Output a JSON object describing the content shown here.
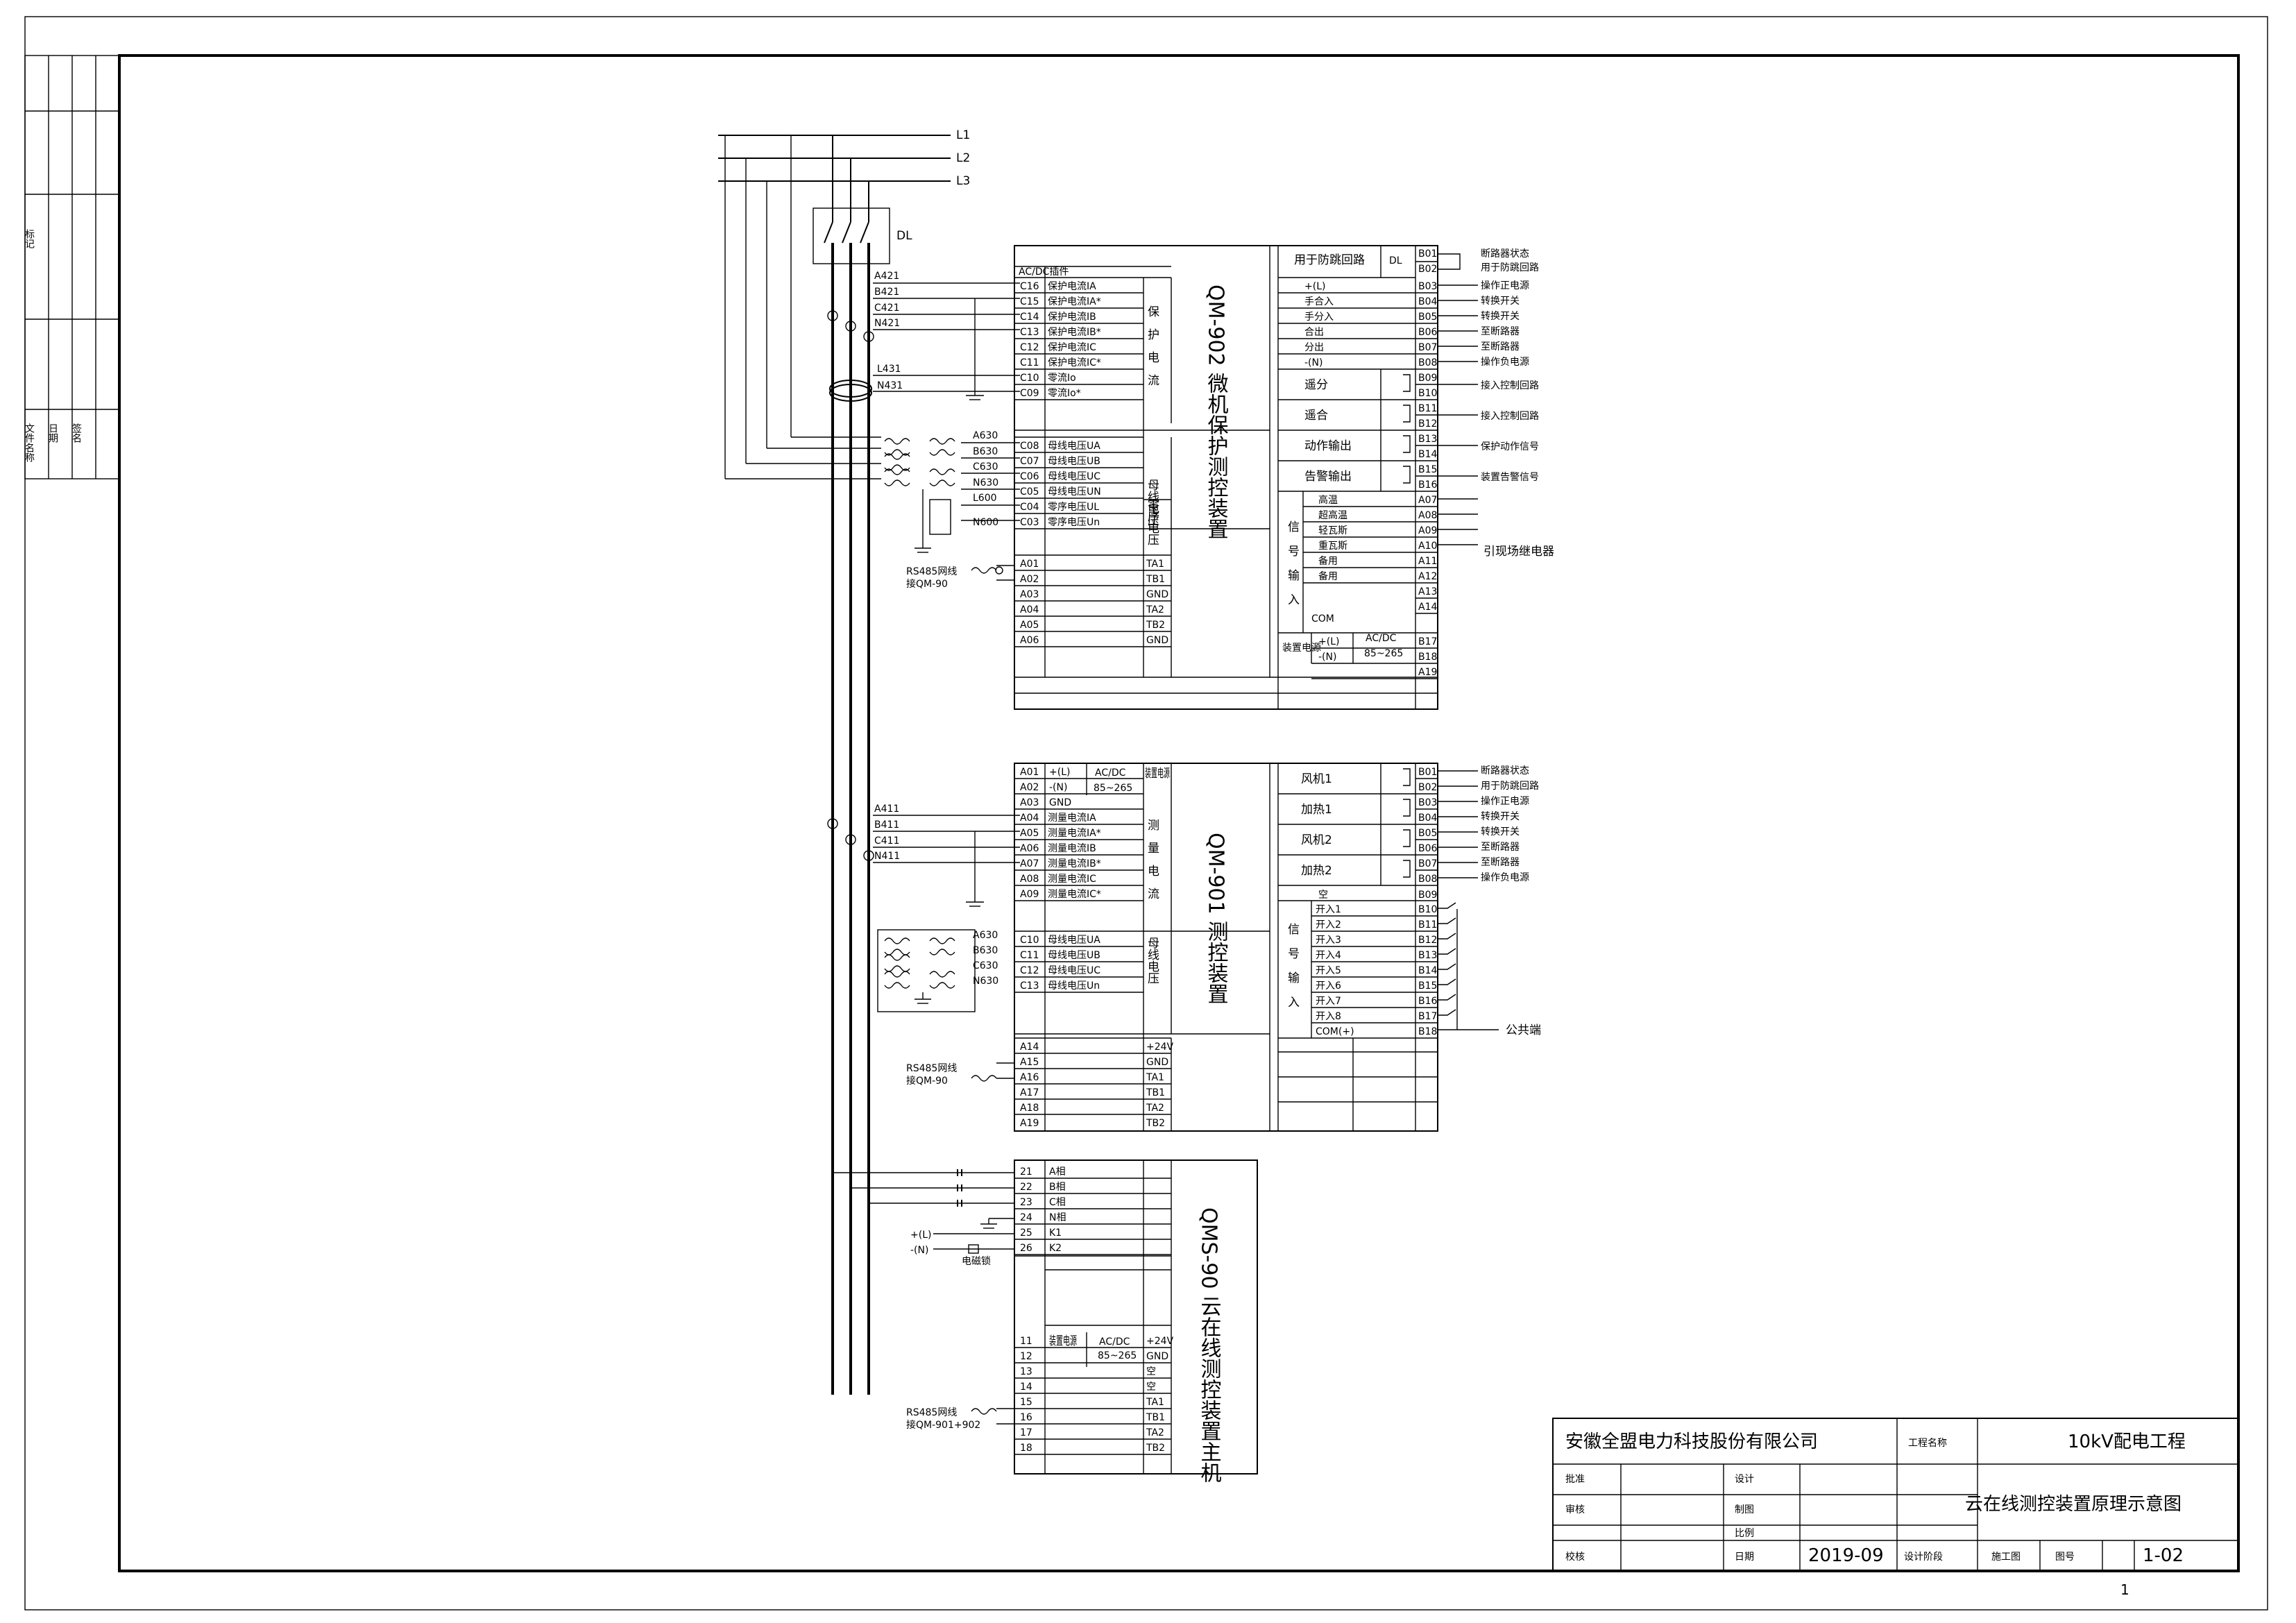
{
  "phases": [
    "L1",
    "L2",
    "L3"
  ],
  "breaker_label": "DL",
  "ct_labels_902": [
    "A421",
    "B421",
    "C421",
    "N421",
    "L431",
    "N431"
  ],
  "pt_labels_902": [
    "A630",
    "B630",
    "C630",
    "N630",
    "L600",
    "N600"
  ],
  "ct_labels_901": [
    "A411",
    "B411",
    "C411",
    "N411"
  ],
  "pt_labels_901": [
    "A630",
    "B630",
    "C630",
    "N630"
  ],
  "qm902": {
    "title": "QM-902 微机保护测控装置",
    "plugin_header": "AC/DC插件",
    "current_rows": [
      {
        "term": "C16",
        "name": "保护电流IA"
      },
      {
        "term": "C15",
        "name": "保护电流IA*"
      },
      {
        "term": "C14",
        "name": "保护电流IB"
      },
      {
        "term": "C13",
        "name": "保护电流IB*"
      },
      {
        "term": "C12",
        "name": "保护电流IC"
      },
      {
        "term": "C11",
        "name": "保护电流IC*"
      },
      {
        "term": "C10",
        "name": "零流Io"
      },
      {
        "term": "C09",
        "name": "零流Io*"
      }
    ],
    "current_group": "保护电流",
    "voltage_rows": [
      {
        "term": "C08",
        "name": "母线电压UA"
      },
      {
        "term": "C07",
        "name": "母线电压UB"
      },
      {
        "term": "C06",
        "name": "母线电压UC"
      },
      {
        "term": "C05",
        "name": "母线电压UN"
      },
      {
        "term": "C04",
        "name": "零序电压UL"
      },
      {
        "term": "C03",
        "name": "零序电压Un"
      }
    ],
    "voltage_group_1": "母线电压",
    "voltage_group_2": "零序电压",
    "comm_rows": [
      {
        "term": "A01",
        "sig": "TA1"
      },
      {
        "term": "A02",
        "sig": "TB1"
      },
      {
        "term": "A03",
        "sig": "GND"
      },
      {
        "term": "A04",
        "sig": "TA2"
      },
      {
        "term": "A05",
        "sig": "TB2"
      },
      {
        "term": "A06",
        "sig": "GND"
      }
    ],
    "rs485_label": "RS485网线",
    "rs485_target": "接QM-90",
    "out_header": "用于防跳回路",
    "out_header_dl": "DL",
    "out_rows": [
      {
        "name": "+(L)",
        "term": "B03",
        "note": "操作正电源"
      },
      {
        "name": "手合入",
        "term": "B04",
        "note": "转换开关"
      },
      {
        "name": "手分入",
        "term": "B05",
        "note": "转换开关"
      },
      {
        "name": "合出",
        "term": "B06",
        "note": "至断路器"
      },
      {
        "name": "分出",
        "term": "B07",
        "note": "至断路器"
      },
      {
        "name": "-(N)",
        "term": "B08",
        "note": "操作负电源"
      }
    ],
    "b01": {
      "term": "B01",
      "note": "断路器状态"
    },
    "b02": {
      "term": "B02",
      "note": "用于防跳回路"
    },
    "contacts": [
      {
        "name": "遥分",
        "terms": [
          "B09",
          "B10"
        ],
        "note": "接入控制回路"
      },
      {
        "name": "遥合",
        "terms": [
          "B11",
          "B12"
        ],
        "note": "接入控制回路"
      },
      {
        "name": "动作输出",
        "terms": [
          "B13",
          "B14"
        ],
        "note": "保护动作信号"
      },
      {
        "name": "告警输出",
        "terms": [
          "B15",
          "B16"
        ],
        "note": "装置告警信号"
      }
    ],
    "signal_label": "信号输入",
    "signal_rows": [
      {
        "name": "高温",
        "term": "A07"
      },
      {
        "name": "超高温",
        "term": "A08"
      },
      {
        "name": "轻瓦斯",
        "term": "A09"
      },
      {
        "name": "重瓦斯",
        "term": "A10"
      },
      {
        "name": "备用",
        "term": "A11"
      },
      {
        "name": "备用",
        "term": "A12"
      },
      {
        "name": "",
        "term": "A13"
      },
      {
        "name": "",
        "term": "A14"
      }
    ],
    "signal_com": "COM",
    "signal_note": "引现场继电器",
    "power_label": "装置电源",
    "power_rows": [
      {
        "pol": "+(L)",
        "term": "B17"
      },
      {
        "pol": "-(N)",
        "term": "B18"
      },
      {
        "pol": "",
        "term": "A19"
      }
    ],
    "power_spec_1": "AC/DC",
    "power_spec_2": "85~265"
  },
  "qm901": {
    "title": "QM-901 测控装置",
    "power_rows": [
      {
        "term": "A01",
        "pol": "+(L)"
      },
      {
        "term": "A02",
        "pol": "-(N)"
      },
      {
        "term": "A03",
        "pol": "GND"
      }
    ],
    "power_spec_1": "AC/DC",
    "power_spec_2": "85~265",
    "power_group": "装置电源",
    "current_rows": [
      {
        "term": "A04",
        "name": "测量电流IA"
      },
      {
        "term": "A05",
        "name": "测量电流IA*"
      },
      {
        "term": "A06",
        "name": "测量电流IB"
      },
      {
        "term": "A07",
        "name": "测量电流IB*"
      },
      {
        "term": "A08",
        "name": "测量电流IC"
      },
      {
        "term": "A09",
        "name": "测量电流IC*"
      }
    ],
    "current_group": "测量电流",
    "voltage_rows": [
      {
        "term": "C10",
        "name": "母线电压UA"
      },
      {
        "term": "C11",
        "name": "母线电压UB"
      },
      {
        "term": "C12",
        "name": "母线电压UC"
      },
      {
        "term": "C13",
        "name": "母线电压Un"
      }
    ],
    "voltage_group": "母线电压",
    "comm_rows": [
      {
        "term": "A14",
        "sig": "+24V"
      },
      {
        "term": "A15",
        "sig": "GND"
      },
      {
        "term": "A16",
        "sig": "TA1"
      },
      {
        "term": "A17",
        "sig": "TB1"
      },
      {
        "term": "A18",
        "sig": "TA2"
      },
      {
        "term": "A19",
        "sig": "TB2"
      }
    ],
    "rs485_label": "RS485网线",
    "rs485_target": "接QM-90",
    "contacts": [
      {
        "name": "风机1",
        "terms": [
          "B01",
          "B02"
        ],
        "notes": [
          "断路器状态",
          "用于防跳回路"
        ]
      },
      {
        "name": "加热1",
        "terms": [
          "B03",
          "B04"
        ],
        "notes": [
          "操作正电源",
          "转换开关"
        ]
      },
      {
        "name": "风机2",
        "terms": [
          "B05",
          "B06"
        ],
        "notes": [
          "转换开关",
          "至断路器"
        ]
      },
      {
        "name": "加热2",
        "terms": [
          "B07",
          "B08"
        ],
        "notes": [
          "至断路器",
          "操作负电源"
        ]
      }
    ],
    "spare": {
      "name": "空",
      "term": "B09"
    },
    "signal_label": "信号输入",
    "inputs": [
      {
        "name": "开入1",
        "term": "B10"
      },
      {
        "name": "开入2",
        "term": "B11"
      },
      {
        "name": "开入3",
        "term": "B12"
      },
      {
        "name": "开入4",
        "term": "B13"
      },
      {
        "name": "开入5",
        "term": "B14"
      },
      {
        "name": "开入6",
        "term": "B15"
      },
      {
        "name": "开入7",
        "term": "B16"
      },
      {
        "name": "开入8",
        "term": "B17"
      }
    ],
    "com": {
      "name": "COM(+)",
      "term": "B18"
    },
    "com_note": "公共端"
  },
  "qms90": {
    "title": "QMS-90 云在线测控装置主机",
    "phase_rows": [
      {
        "term": "21",
        "name": "A相"
      },
      {
        "term": "22",
        "name": "B相"
      },
      {
        "term": "23",
        "name": "C相"
      },
      {
        "term": "24",
        "name": "N相"
      },
      {
        "term": "25",
        "name": "K1"
      },
      {
        "term": "26",
        "name": "K2"
      }
    ],
    "k_plus": "+(L)",
    "k_minus": "-(N)",
    "k_device": "电磁锁",
    "power_rows": [
      {
        "term": "11",
        "sig": "+24V"
      },
      {
        "term": "12",
        "sig": "GND"
      },
      {
        "term": "13",
        "sig": "空"
      },
      {
        "term": "14",
        "sig": "空"
      },
      {
        "term": "15",
        "sig": "TA1"
      },
      {
        "term": "16",
        "sig": "TB1"
      },
      {
        "term": "17",
        "sig": "TA2"
      },
      {
        "term": "18",
        "sig": "TB2"
      }
    ],
    "power_label": "装置电源",
    "power_spec_1": "AC/DC",
    "power_spec_2": "85~265",
    "rs485_label": "RS485网线",
    "rs485_target": "接QM-901+902"
  },
  "title_block": {
    "company": "安徽全盟电力科技股份有限公司",
    "project_label": "工程名称",
    "project": "10kV配电工程",
    "drawing_title": "云在线测控装置原理示意图",
    "rows_left": [
      "批准",
      "审核",
      "校核"
    ],
    "rows_mid": [
      "设计",
      "制图",
      "比例",
      "日期"
    ],
    "date": "2019-09",
    "stage_label": "设计阶段",
    "stage": "施工图",
    "no_label": "图号",
    "drawing_no": "1-02"
  },
  "page_number": "1",
  "left_strip": {
    "label_a": "标记",
    "label_b": "文件名称",
    "label_c": "日期",
    "label_d": "签名"
  }
}
